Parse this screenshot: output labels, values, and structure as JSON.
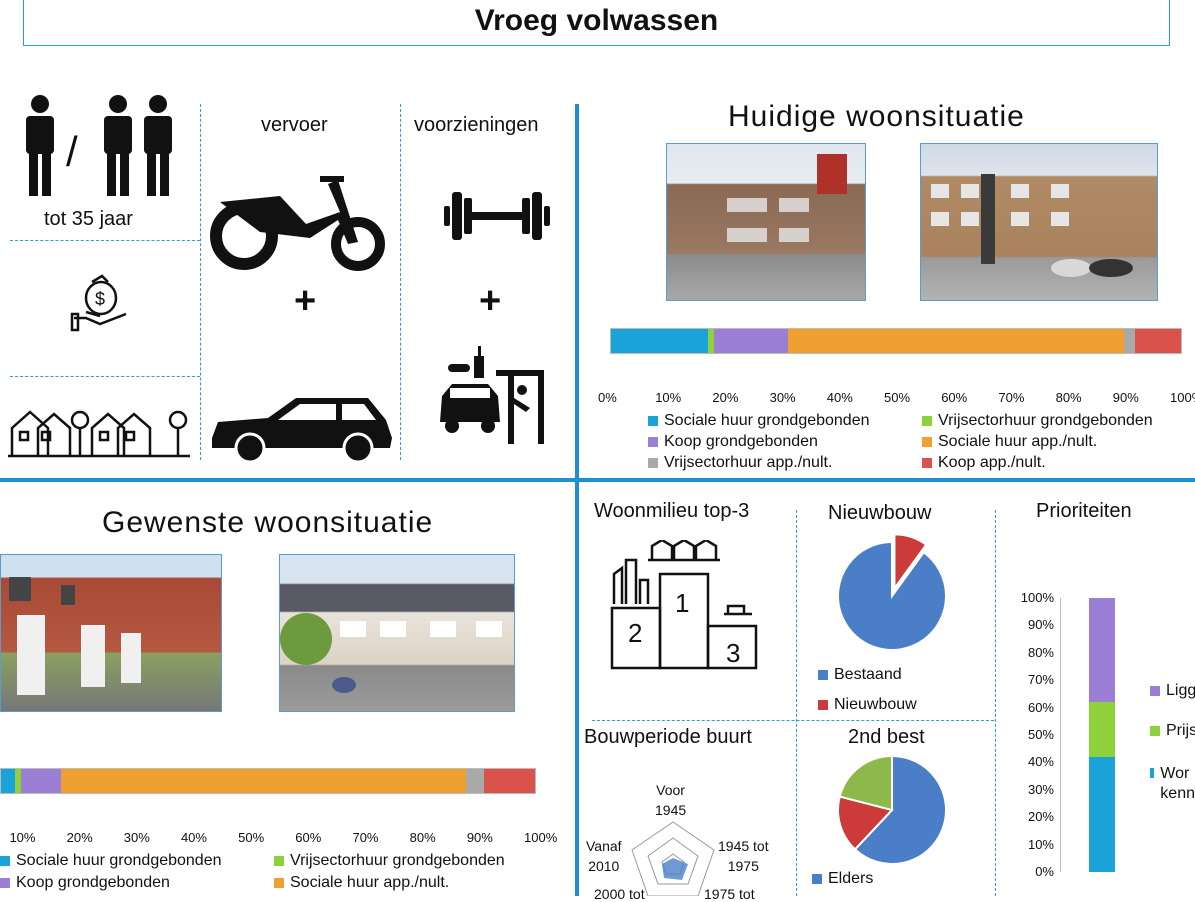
{
  "header": {
    "title": "Vroeg volwassen"
  },
  "profile": {
    "age_label": "tot 35 jaar",
    "transport_label": "vervoer",
    "facilities_label": "voorzieningen",
    "plus": "+",
    "slash": "/"
  },
  "current": {
    "title": "Huidige woonsituatie",
    "bar": [
      17,
      1,
      13,
      59,
      2,
      8
    ],
    "ticks": [
      "0%",
      "10%",
      "20%",
      "30%",
      "40%",
      "50%",
      "60%",
      "70%",
      "80%",
      "90%",
      "100%"
    ],
    "legend": [
      {
        "label": "Sociale huur grondgebonden",
        "color": "#1aa3d9"
      },
      {
        "label": "Vrijsectorhuur grondgebonden",
        "color": "#8fd13a"
      },
      {
        "label": "Koop grondgebonden",
        "color": "#9b7fd4"
      },
      {
        "label": "Sociale huur app./nult.",
        "color": "#f0a030"
      },
      {
        "label": "Vrijsectorhuur app./nult.",
        "color": "#a9a9a9"
      },
      {
        "label": "Koop app./nult.",
        "color": "#d9534a"
      }
    ]
  },
  "desired": {
    "title": "Gewenste woonsituatie",
    "bar": [
      2.5,
      1,
      7,
      71,
      3,
      9
    ],
    "ticks": [
      "10%",
      "20%",
      "30%",
      "40%",
      "50%",
      "60%",
      "70%",
      "80%",
      "90%",
      "100%"
    ],
    "legend": [
      {
        "label": "Sociale huur grondgebonden",
        "color": "#1aa3d9"
      },
      {
        "label": "Vrijsectorhuur grondgebonden",
        "color": "#8fd13a"
      },
      {
        "label": "Koop grondgebonden",
        "color": "#9b7fd4"
      },
      {
        "label": "Sociale huur app./nult.",
        "color": "#f0a030"
      }
    ]
  },
  "woonmilieu": {
    "title": "Woonmilieu top-3",
    "p1": "1",
    "p2": "2",
    "p3": "3"
  },
  "nieuwbouw": {
    "title": "Nieuwbouw",
    "slices": [
      {
        "label": "Bestaand",
        "value": 90,
        "color": "#4a7fc8"
      },
      {
        "label": "Nieuwbouw",
        "value": 10,
        "color": "#cc3a3a"
      }
    ]
  },
  "bouwperiode": {
    "title": "Bouwperiode buurt",
    "labels": [
      "Voor\n1945",
      "1945 tot\n1975",
      "1975 tot",
      "2000 tot",
      "Vanaf\n2010"
    ]
  },
  "second_best": {
    "title": "2nd best",
    "slices": [
      {
        "label": "Elders",
        "value": 62,
        "color": "#4a7fc8"
      },
      {
        "label": "",
        "value": 17,
        "color": "#cc3a3a"
      },
      {
        "label": "",
        "value": 21,
        "color": "#8db84a"
      }
    ]
  },
  "prioriteiten": {
    "title": "Prioriteiten",
    "ticks": [
      "100%",
      "90%",
      "80%",
      "70%",
      "60%",
      "50%",
      "40%",
      "30%",
      "20%",
      "10%",
      "0%"
    ],
    "segments": [
      {
        "label": "Wor kenn",
        "value": 42,
        "color": "#1aa3d9"
      },
      {
        "label": "Prijs",
        "value": 20,
        "color": "#8fd13a"
      },
      {
        "label": "Ligg",
        "value": 38,
        "color": "#9b7fd4"
      }
    ]
  }
}
